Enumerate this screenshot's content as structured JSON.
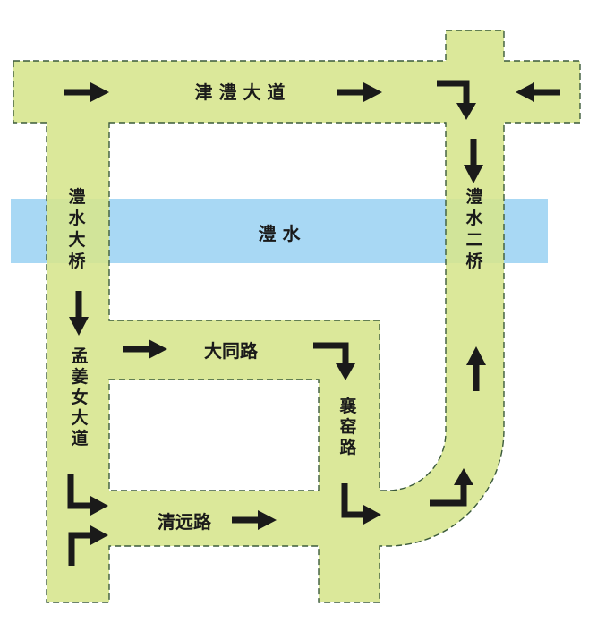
{
  "colors": {
    "road": "#d6e58c",
    "road_edge": "#3b5a3b",
    "river": "#a8d8f4",
    "arrow": "#1a1a1a",
    "background": "#ffffff"
  },
  "river": {
    "label": "澧 水"
  },
  "roads": {
    "jinli_avenue": "津 澧 大 道",
    "lishui_bridge": "澧水大桥",
    "mengjiangnv_avenue": "孟姜女大道",
    "lishui_second_bridge": "澧水二桥",
    "datong_road": "大同路",
    "xiangyao_road": "襄窑路",
    "qingyuan_road": "清远路"
  },
  "arrows": [
    {
      "id": "jinli-arrow-1",
      "kind": "straight",
      "direction": "east"
    },
    {
      "id": "jinli-arrow-2",
      "kind": "straight",
      "direction": "east"
    },
    {
      "id": "jinli-arrow-3",
      "kind": "straight",
      "direction": "west"
    },
    {
      "id": "jinli-turn",
      "kind": "turn",
      "direction": "east-then-south"
    },
    {
      "id": "bridge2-arrow-down",
      "kind": "straight",
      "direction": "south"
    },
    {
      "id": "bridge2-arrow-up",
      "kind": "straight",
      "direction": "north"
    },
    {
      "id": "bridge1-arrow-down",
      "kind": "straight",
      "direction": "south"
    },
    {
      "id": "datong-arrow",
      "kind": "straight",
      "direction": "east"
    },
    {
      "id": "datong-turn",
      "kind": "turn",
      "direction": "east-then-south"
    },
    {
      "id": "mengjiang-turn-1",
      "kind": "turn",
      "direction": "south-then-east"
    },
    {
      "id": "mengjiang-turn-2",
      "kind": "turn",
      "direction": "north-then-east"
    },
    {
      "id": "qingyuan-arrow",
      "kind": "straight",
      "direction": "east"
    },
    {
      "id": "xiangyao-turn",
      "kind": "turn",
      "direction": "south-then-east"
    },
    {
      "id": "curve-turn",
      "kind": "turn",
      "direction": "east-then-north"
    }
  ]
}
